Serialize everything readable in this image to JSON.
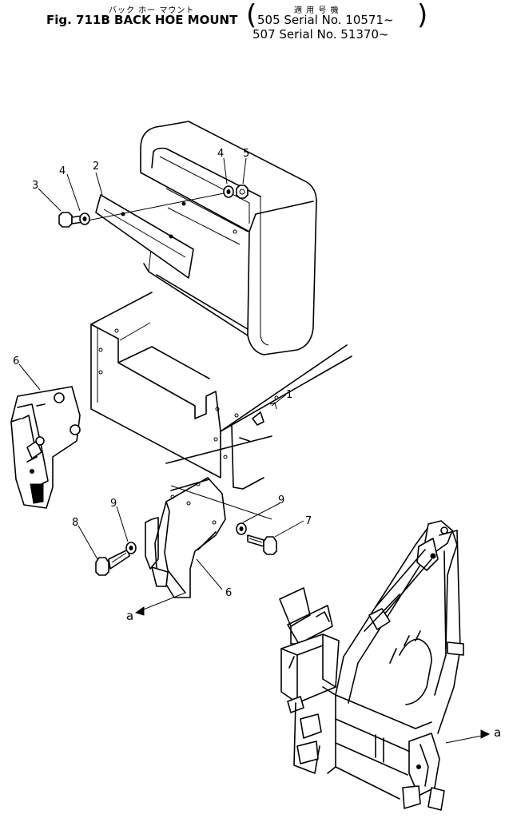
{
  "header": {
    "jp_title": "バック ホー マウント",
    "title": "Fig. 711B BACK HOE MOUNT",
    "jp_applicable": "適 用 号 機",
    "serial_1": "505 Serial No. 10571~",
    "serial_2": "507 Serial No. 51370~"
  },
  "callouts": {
    "c1": "1",
    "c2": "2",
    "c3": "3",
    "c4a": "4",
    "c4b": "4",
    "c5": "5",
    "c6a": "6",
    "c6b": "6",
    "c7": "7",
    "c8": "8",
    "c9a": "9",
    "c9b": "9",
    "arrow_a1": "a",
    "arrow_a2": "a"
  }
}
